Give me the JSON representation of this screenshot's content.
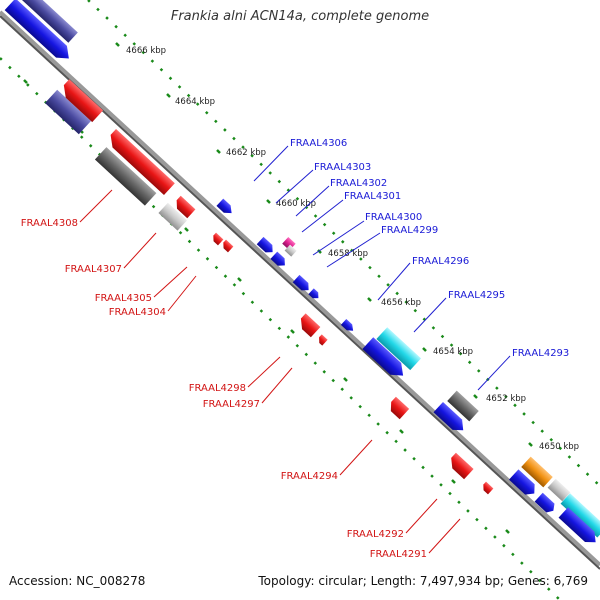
{
  "title": "Frankia alni ACN14a, complete genome",
  "footer": {
    "accession": "Accession: NC_008278",
    "summary": "Topology: circular; Length: 7,497,934 bp; Genes: 6,769"
  },
  "ticks": [
    "4666 kbp",
    "4664 kbp",
    "4662 kbp",
    "4660 kbp",
    "4658 kbp",
    "4656 kbp",
    "4654 kbp",
    "4652 kbp",
    "4650 kbp"
  ],
  "labels": {
    "forward": [
      "FRAAL4306",
      "FRAAL4303",
      "FRAAL4302",
      "FRAAL4301",
      "FRAAL4300",
      "FRAAL4299",
      "FRAAL4296",
      "FRAAL4295",
      "FRAAL4293"
    ],
    "reverse": [
      "FRAAL4308",
      "FRAAL4307",
      "FRAAL4305",
      "FRAAL4304",
      "FRAAL4298",
      "FRAAL4297",
      "FRAAL4294",
      "FRAAL4292",
      "FRAAL4291"
    ]
  },
  "colors": {
    "forward_label": "#1a1ad6",
    "reverse_label": "#d21414",
    "backbone": "#888888",
    "dotted_track": "#1a8a1a",
    "cds_blue": "#1515e0",
    "cds_red": "#e81515",
    "cds_gray": "#666666",
    "cds_cyan": "#22d8e8",
    "cds_orange": "#f09010",
    "cds_navy": "#4a4aa0",
    "cds_lightgray": "#c8c8c8",
    "cds_magenta": "#e02090"
  }
}
